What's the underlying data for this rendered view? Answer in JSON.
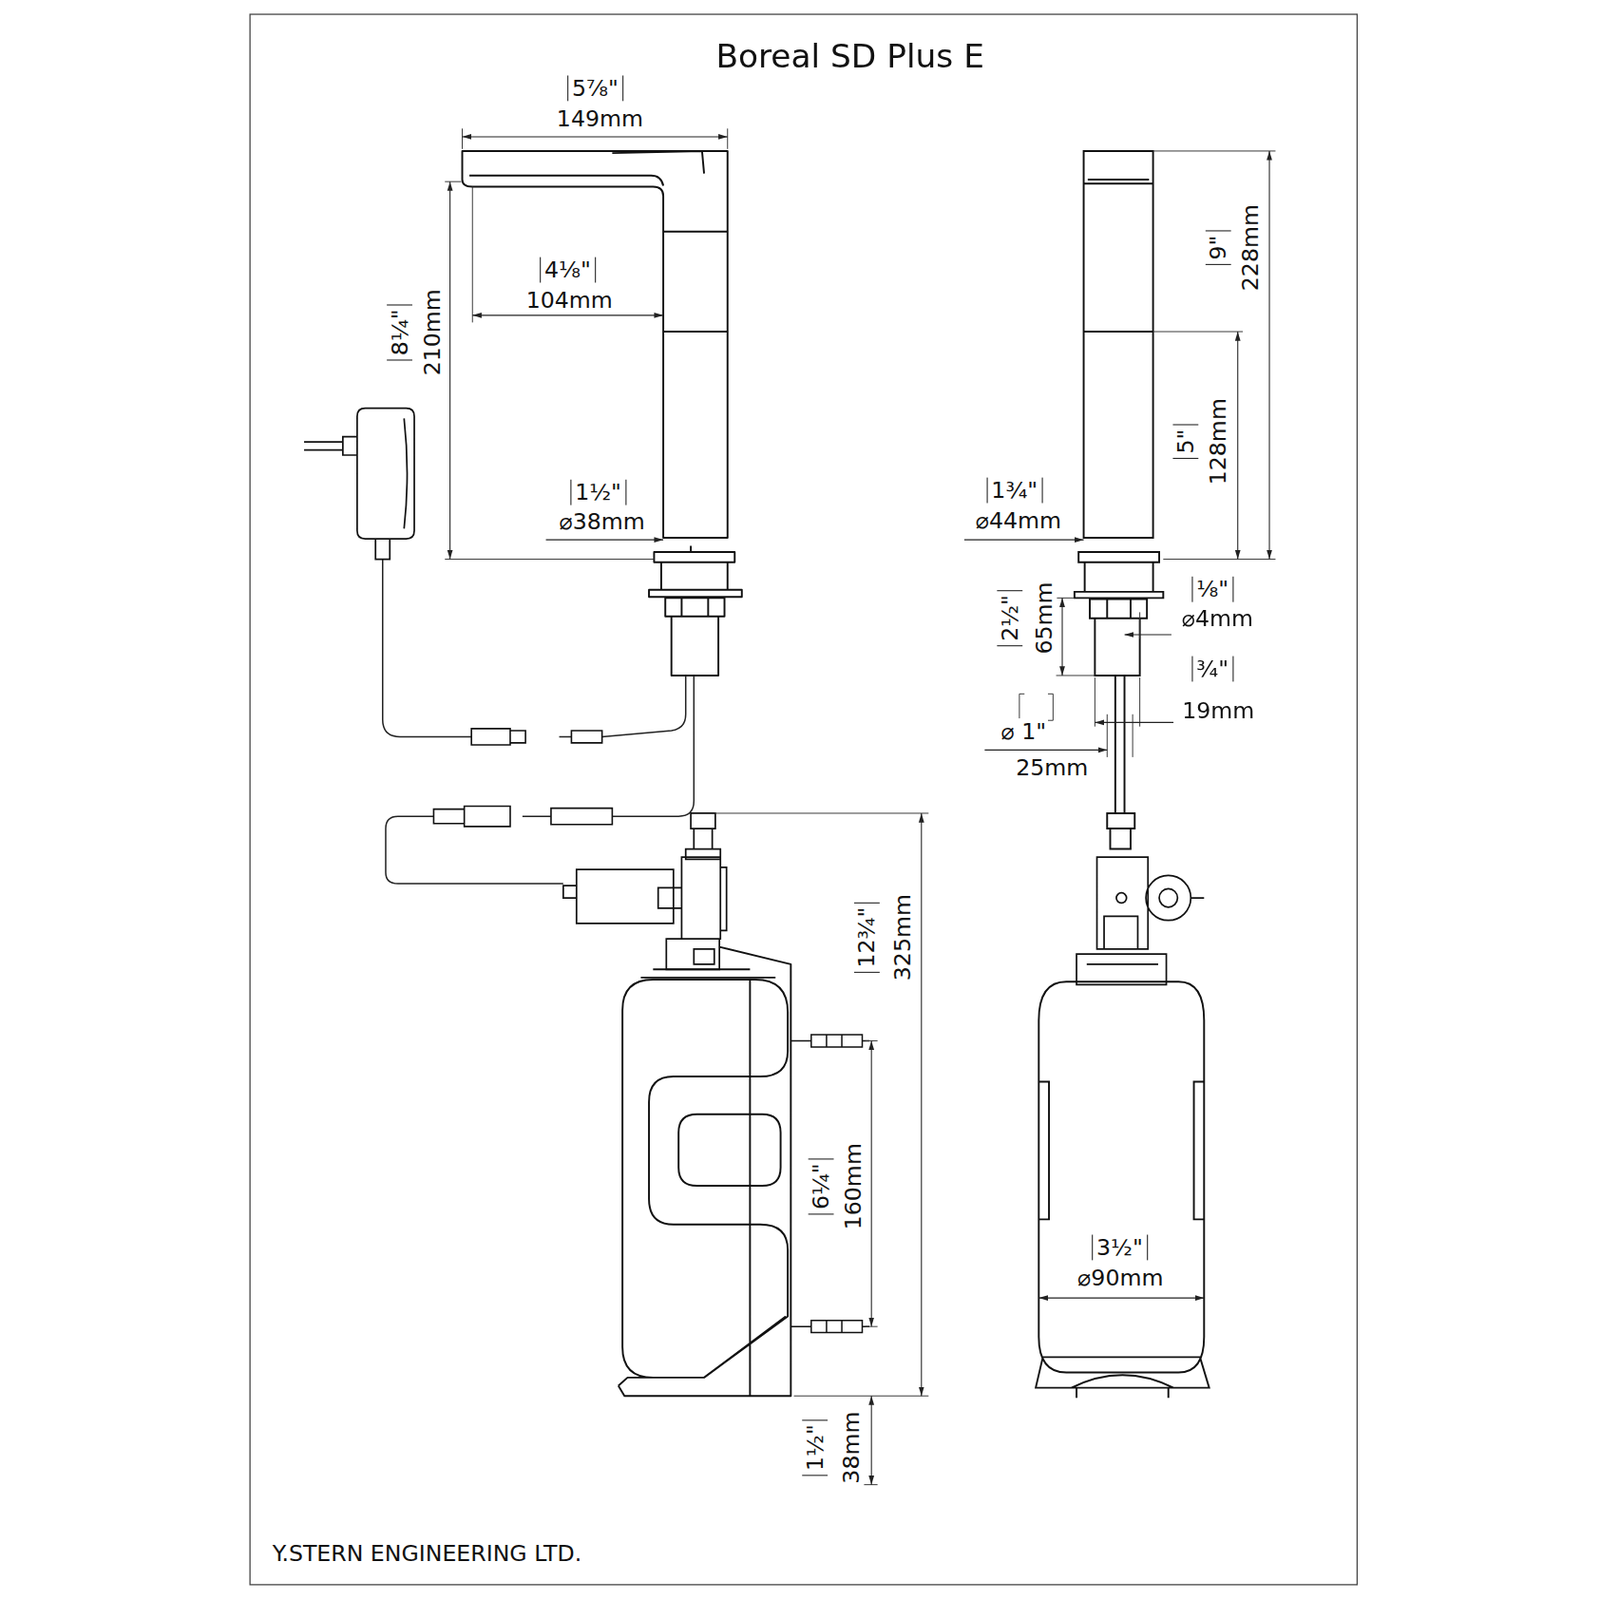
{
  "diagram": {
    "title": "Boreal SD Plus E",
    "labels": [
      "5⅞\"",
      "149mm",
      "4⅛\"",
      "104mm",
      "8¼\"",
      "210mm",
      "1½\"",
      "⌀38mm",
      "9\"",
      "228mm",
      "5\"",
      "128mm",
      "1¾\"",
      "⌀44mm",
      "2½\"",
      "65mm",
      "⅛\"",
      "⌀4mm",
      "¾\"",
      "19mm",
      "⌀ 1\"",
      "25mm",
      "12¾\"",
      "325mm",
      "6¼\"",
      "160mm",
      "1½\"",
      "38mm",
      "3½\"",
      "⌀90mm",
      "Y.STERN ENGINEERING LTD."
    ]
  }
}
